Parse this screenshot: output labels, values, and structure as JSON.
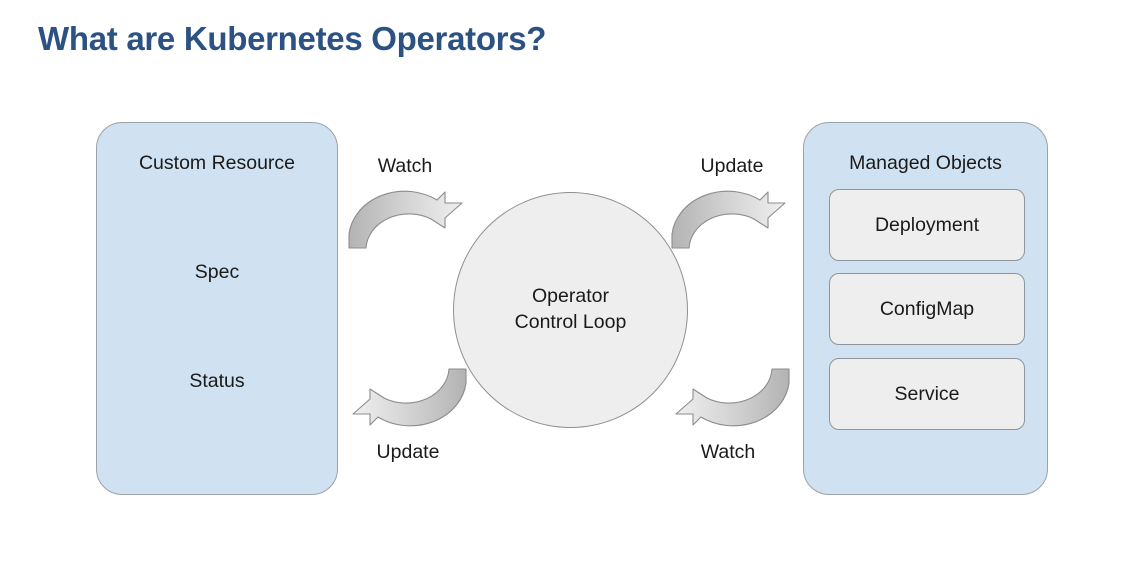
{
  "slide": {
    "title": "What are Kubernetes Operators?",
    "title_color": "#2c5183",
    "background": "#ffffff"
  },
  "custom_resource": {
    "heading": "Custom Resource",
    "fields": [
      {
        "label": "Spec"
      },
      {
        "label": "Status"
      }
    ],
    "panel_color": "#d0e1f2",
    "border_color": "#9aa3a8"
  },
  "operator": {
    "line1": "Operator",
    "line2": "Control Loop",
    "fill_color": "#eeeeee",
    "border_color": "#8b9195"
  },
  "managed_objects": {
    "heading": "Managed Objects",
    "cards": [
      {
        "label": "Deployment"
      },
      {
        "label": "ConfigMap"
      },
      {
        "label": "Service"
      }
    ],
    "panel_color": "#d0e1f2",
    "card_color": "#eeeeee",
    "card_border_color": "#8f969b"
  },
  "arrows": [
    {
      "id": "watch-left",
      "label": "Watch",
      "from": "custom-resource",
      "to": "operator-control-loop",
      "position": "top-left",
      "direction": "left-to-right"
    },
    {
      "id": "update-left",
      "label": "Update",
      "from": "operator-control-loop",
      "to": "custom-resource",
      "position": "bottom-left",
      "direction": "right-to-left"
    },
    {
      "id": "update-right",
      "label": "Update",
      "from": "operator-control-loop",
      "to": "managed-objects",
      "position": "top-right",
      "direction": "left-to-right"
    },
    {
      "id": "watch-right",
      "label": "Watch",
      "from": "managed-objects",
      "to": "operator-control-loop",
      "position": "bottom-right",
      "direction": "right-to-left"
    }
  ],
  "palette": {
    "arrow_dark": "#b3b3b3",
    "arrow_light": "#ededed",
    "arrow_stroke": "#8c8c8c",
    "text": "#1a1a1a"
  }
}
